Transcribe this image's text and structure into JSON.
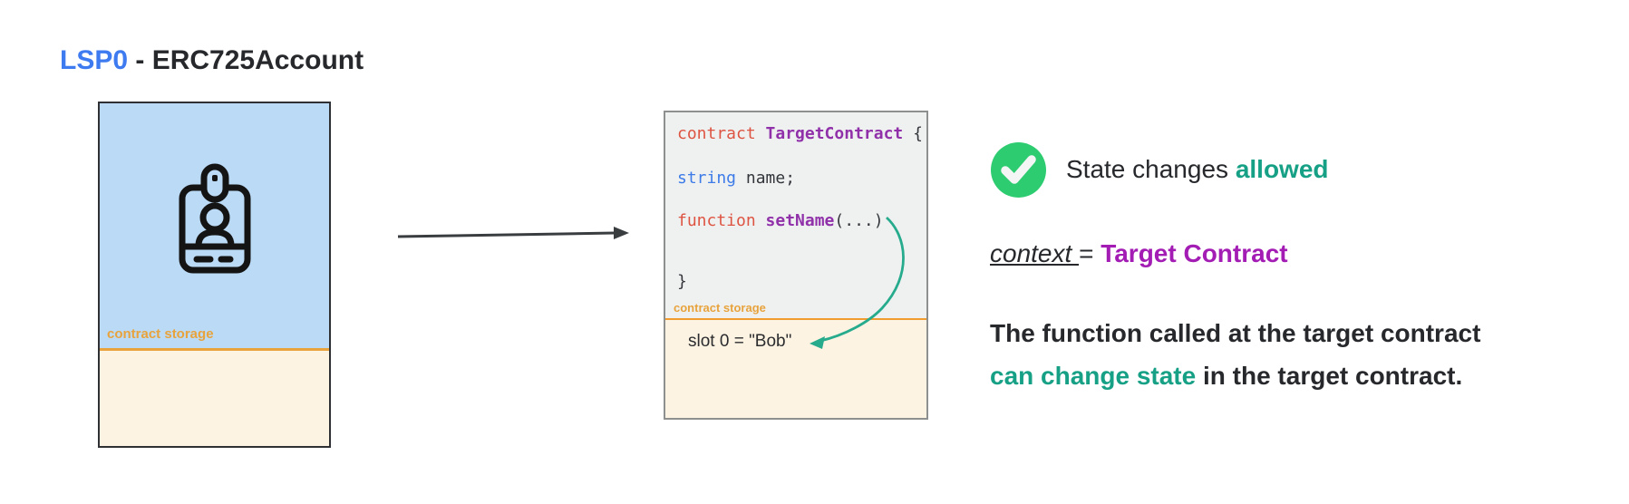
{
  "title": {
    "highlight": "LSP0",
    "rest": " - ERC725Account"
  },
  "account_box": {
    "icon": "id-card-icon",
    "storage_label": "contract storage"
  },
  "flow": {
    "arrow_icon": "right-arrow-icon"
  },
  "target_box": {
    "code_line1": {
      "keyword": "contract",
      "name": " TargetContract",
      "brace": " {"
    },
    "code_line2": {
      "type": "string",
      "rest": " name;"
    },
    "code_line3": {
      "keyword": "function",
      "name": " setName",
      "args": "(...)"
    },
    "code_line4": "}",
    "storage_label": "contract storage",
    "slot_value": "slot 0 = \"Bob\"",
    "state_arrow_icon": "curved-arrow-icon"
  },
  "status": {
    "icon": "check-circle-icon",
    "prefix": "State changes ",
    "highlight": "allowed"
  },
  "context_line": {
    "label": "context ",
    "equals": "= ",
    "value": "Target Contract"
  },
  "description": {
    "line1": "The function called at the target contract",
    "line2_highlight": "can change state",
    "line2_rest": " in the target contract."
  },
  "colors": {
    "title_accent": "#3e7bf0",
    "box_blue": "#bbdaf5",
    "box_cream": "#fdf3e3",
    "code_bg": "#eff1f1",
    "orange_label": "#e8a33c",
    "code_keyword_red": "#de5442",
    "code_purple": "#9031aa",
    "code_blue": "#3d7be8",
    "teal_accent": "#16a085",
    "check_green": "#2ecc71",
    "context_purple": "#a31db4"
  }
}
